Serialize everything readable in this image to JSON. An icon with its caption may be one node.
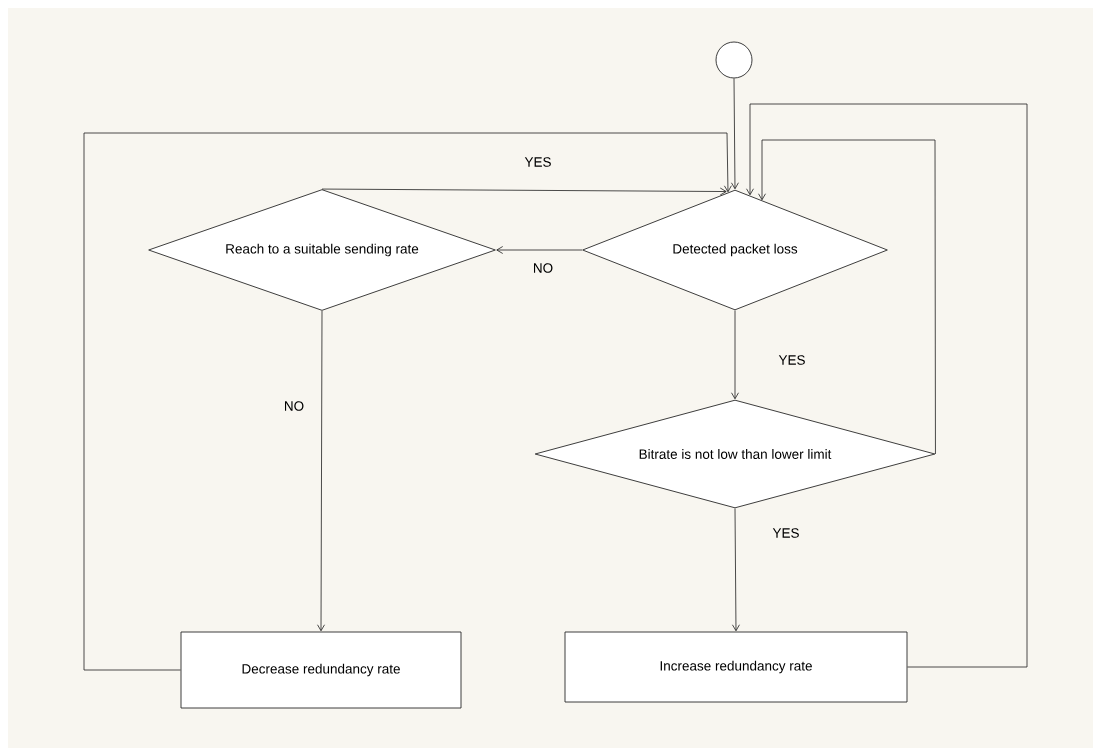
{
  "diagram": {
    "nodes": [
      {
        "text": [],
        "shape": "circle"
      },
      {
        "text": [
          "Detected packet loss"
        ]
      },
      {
        "text": [
          "Reach to a suitable sending rate"
        ]
      },
      {
        "text": [
          "Bitrate is not low than lower limit"
        ]
      },
      {
        "text": [
          "Decrease redundancy rate"
        ]
      },
      {
        "text": [
          "Increase redundancy rate"
        ]
      }
    ],
    "edges": [
      {
        "from": 0,
        "to": 1,
        "arrow": "to"
      },
      {
        "from": 1,
        "to": 2,
        "arrow": "to",
        "label": "NO"
      },
      {
        "from": 2,
        "to": 1,
        "arrow": "to",
        "label": "YES"
      },
      {
        "from": 2,
        "to": 4,
        "arrow": "to",
        "label": "NO"
      },
      {
        "from": 1,
        "to": 3,
        "arrow": "to",
        "label": "YES"
      },
      {
        "from": 3,
        "to": 5,
        "arrow": "to",
        "label": "YES"
      },
      {
        "from": 4,
        "to": 1,
        "arrow": "to"
      },
      {
        "from": 5,
        "to": 1,
        "arrow": "to"
      },
      {
        "from": 3,
        "to": 1,
        "arrow": "to"
      }
    ]
  }
}
